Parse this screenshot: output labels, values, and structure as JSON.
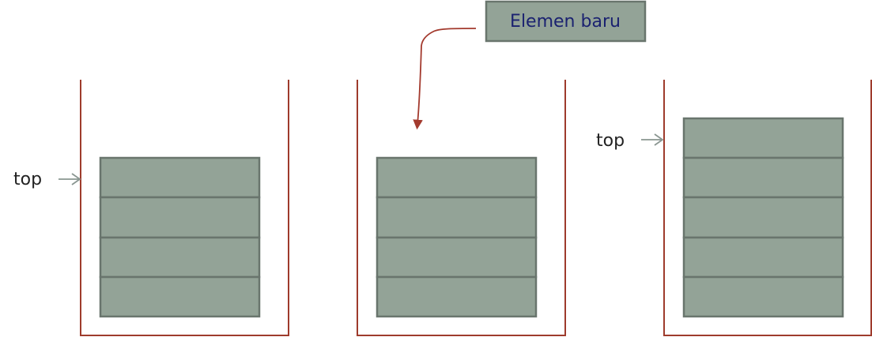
{
  "new_element": {
    "label": "Elemen baru"
  },
  "stacks": [
    {
      "top_label": "top",
      "element_count": 4,
      "has_top_pointer": true
    },
    {
      "top_label": "",
      "element_count": 4,
      "has_top_pointer": false
    },
    {
      "top_label": "top",
      "element_count": 5,
      "has_top_pointer": true
    }
  ],
  "colors": {
    "container": "#9e3b2c",
    "element_fill": "#93a397",
    "element_stroke": "#69756d",
    "pointer_arrow": "#8a9691",
    "push_arrow": "#a33a2e",
    "label_text": "#1b2270",
    "top_text": "#222222"
  }
}
